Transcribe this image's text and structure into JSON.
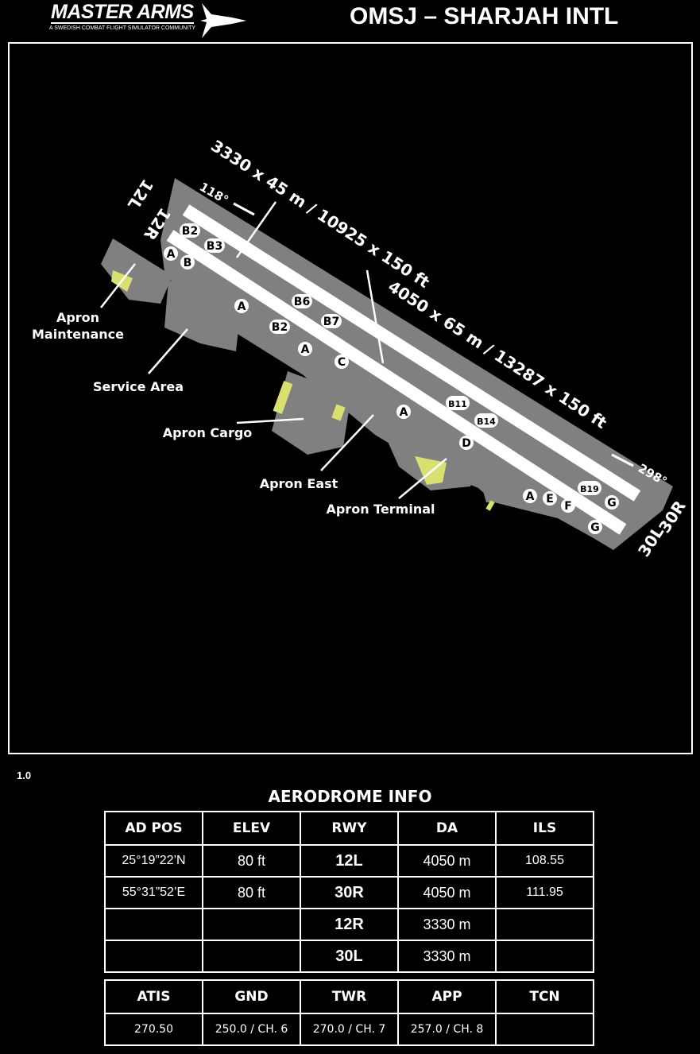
{
  "header": {
    "logo_title": "MASTER ARMS",
    "logo_subtitle": "A SWEDISH COMBAT FLIGHT SIMULATOR COMMUNITY",
    "title": "OMSJ – SHARJAH INTL"
  },
  "map": {
    "runway_labels": {
      "r12l": "12L",
      "r12r": "12R",
      "r30l": "30L",
      "r30r": "30R",
      "hdg118": "118°",
      "hdg298": "298°"
    },
    "dims_upper": "3330 x 45 m / 10925 x 150 ft",
    "dims_lower": "4050 x 65 m / 13287 x 150 ft",
    "areas": [
      "Apron Maintenance",
      "Service Area",
      "Apron Cargo",
      "Apron East",
      "Apron Terminal"
    ],
    "area_maint_1": "Apron",
    "area_maint_2": "Maintenance",
    "taxiways": [
      "B2",
      "B3",
      "A",
      "B",
      "A",
      "B6",
      "B2",
      "B7",
      "A",
      "C",
      "B11",
      "B14",
      "A",
      "D",
      "B19",
      "A",
      "E",
      "F",
      "G",
      "G"
    ]
  },
  "version": "1.0",
  "aerodrome": {
    "title": "AERODROME INFO",
    "headers": [
      "AD POS",
      "ELEV",
      "RWY",
      "DA",
      "ILS"
    ],
    "rows": [
      [
        "25°19”22’N",
        "80 ft",
        "12L",
        "4050 m",
        "108.55"
      ],
      [
        "55°31”52’E",
        "80 ft",
        "30R",
        "4050 m",
        "111.95"
      ],
      [
        "",
        "",
        "12R",
        "3330 m",
        ""
      ],
      [
        "",
        "",
        "30L",
        "3330 m",
        ""
      ]
    ],
    "freq_headers": [
      "ATIS",
      "GND",
      "TWR",
      "APP",
      "TCN"
    ],
    "freq_values": [
      "270.50",
      "250.0 / CH. 6",
      "270.0 / CH. 7",
      "257.0 / CH. 8",
      ""
    ]
  }
}
